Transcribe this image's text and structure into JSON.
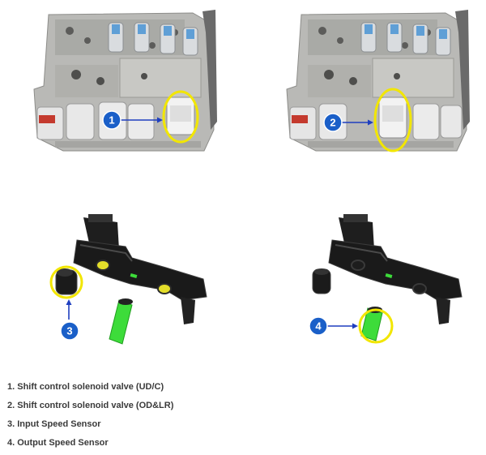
{
  "callouts": {
    "c1": "1",
    "c2": "2",
    "c3": "3",
    "c4": "4"
  },
  "legend": {
    "items": [
      "1. Shift control solenoid valve (UD/C)",
      "2. Shift control solenoid valve (OD&LR)",
      "3. Input Speed Sensor",
      "4. Output Speed Sensor"
    ]
  },
  "colors": {
    "callout_blue": "#1a5fc8",
    "arrow_blue": "#1f3fbf",
    "highlight_yellow": "#f2e600",
    "sensor_green": "#3ddc3a"
  },
  "icons": {
    "valve_body": "valve-body-illustration",
    "sensor_harness": "speed-sensor-harness-illustration"
  }
}
